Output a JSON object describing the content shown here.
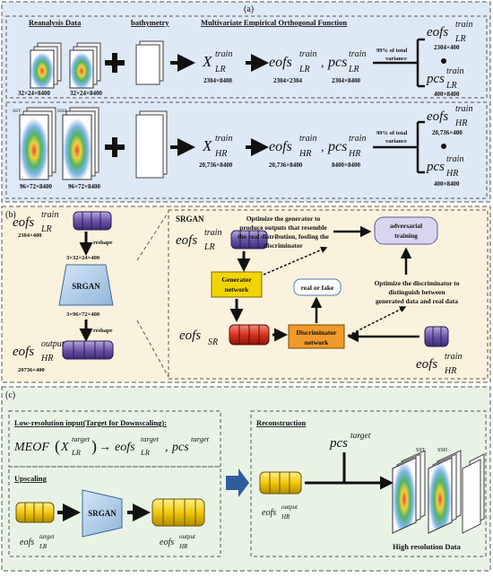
{
  "panel_a": {
    "label": "(a)",
    "headers": {
      "reanalysis": "Reanalysis Data",
      "bathymetry": "bathymetry",
      "meof": "Multivariate Empirical Orthogonal Function"
    },
    "lr_dims": [
      "32×24×8400",
      "32×24×8400"
    ],
    "hr_dims": [
      "96×72×8400",
      "96×72×8400"
    ],
    "hr_vars": [
      "SST",
      "SSH"
    ],
    "x_lr": {
      "base": "X",
      "sup": "train",
      "sub": "LR",
      "dim": "2304×8400"
    },
    "eofs_lr": {
      "base": "eofs",
      "sup": "train",
      "sub": "LR",
      "dim": "2304×2304"
    },
    "pcs_lr": {
      "base": "pcs",
      "sup": "train",
      "sub": "LR",
      "dim": "2304×8400"
    },
    "x_hr": {
      "base": "X",
      "sup": "train",
      "sub": "HR",
      "dim": "20,736×8400"
    },
    "eofs_hr": {
      "base": "eofs",
      "sup": "train",
      "sub": "HR",
      "dim": "20,736×8400"
    },
    "pcs_hr": {
      "base": "pcs",
      "sup": "train",
      "sub": "HR",
      "dim": "8400×8400"
    },
    "variance_line1": "99% of total",
    "variance_line2": "variance",
    "out_eofs_lr": {
      "base": "eofs",
      "sup": "train",
      "sub": "LR",
      "dim": "2304×400"
    },
    "out_pcs_lr": {
      "base": "pcs",
      "sup": "train",
      "sub": "LR",
      "dim": "400×8400"
    },
    "out_eofs_hr": {
      "base": "eofs",
      "sup": "train",
      "sub": "HR",
      "dim": "20,736×400"
    },
    "out_pcs_hr": {
      "base": "pcs",
      "sup": "train",
      "sub": "HR",
      "dim": "400×8400"
    }
  },
  "panel_b": {
    "label": "(b)",
    "in": {
      "base": "eofs",
      "sup": "train",
      "sub": "LR",
      "dim": "2304×400"
    },
    "reshape1": "reshape",
    "dim_in": "3×32×24×400",
    "srgan": "SRGAN",
    "dim_out": "3×96×72×400",
    "reshape2": "reshape",
    "out": {
      "base": "eofs",
      "sup": "output",
      "sub": "HR",
      "dim": "20736×400"
    },
    "srgan_title": "SRGAN",
    "gen_in": {
      "base": "eofs",
      "sup": "train",
      "sub": "LR"
    },
    "generator": "Generator network",
    "esr": {
      "base": "eofs",
      "sub": "SR"
    },
    "discriminator": "Discriminator network",
    "real_fake": "real or fake",
    "adversarial": "adversarial training",
    "gen_note": [
      "Optimize the generator to",
      "produce outputs that resemble",
      "the real distribution, fooling the",
      "discriminator"
    ],
    "disc_note": [
      "Optimize the discriminator to",
      "distinguish between",
      "generated data and real data"
    ],
    "hr_train": {
      "base": "eofs",
      "sup": "train",
      "sub": "HR"
    }
  },
  "panel_c": {
    "label": "(c)",
    "lowres_title": "Low-resolution input(Target for Downscaling):",
    "meof": "MEOF",
    "x_target": {
      "base": "X",
      "sup": "target",
      "sub": "LR"
    },
    "eofs_target": {
      "base": "eofs",
      "sup": "target",
      "sub": "LR"
    },
    "pcs_target_inline": {
      "base": "pcs",
      "sup": "target"
    },
    "upscaling": "Upscaling",
    "up_in": {
      "base": "eofs",
      "sup": "target",
      "sub": "LR"
    },
    "up_srgan": "SRGAN",
    "up_out": {
      "base": "eofs",
      "sup": "output",
      "sub": "HR"
    },
    "reconstruction": "Reconstruction",
    "pcs_target": {
      "base": "pcs",
      "sup": "target"
    },
    "rec_in": {
      "base": "eofs",
      "sup": "output",
      "sub": "HR"
    },
    "hr_vars": [
      "SST",
      "SSH"
    ],
    "hr_data": "High resolution Data"
  }
}
